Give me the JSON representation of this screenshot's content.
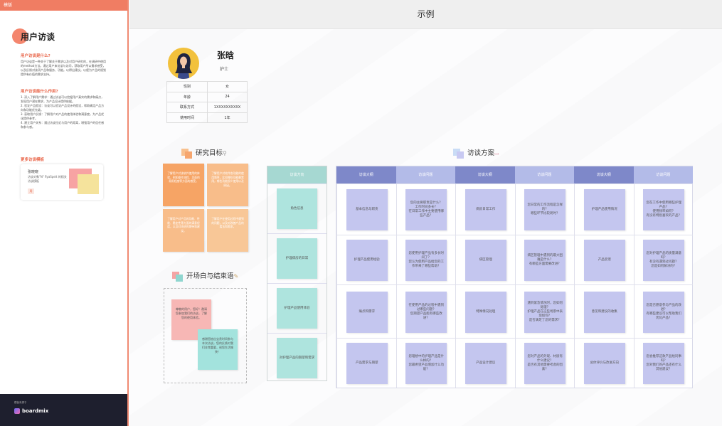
{
  "left": {
    "tag": "模版",
    "title": "用户访谈",
    "sec1_title": "用户访谈是什么?",
    "sec1_text": "用户访谈是一种关于了解关于需求以及对用户研究的，在调研中使用的method方法。通过用户来访谈与访问，获取用户所以需求感受，以及反馈对该项产品和服务、功能。以得出建议。以便为产品的规划提供有价值的需求支持。",
    "sec2_title": "用户访谈能什么作用?",
    "sec2_text": "1. 深入了解用户需求：通过访谈可以挖掘用户真实的需求和痛点，发现用户潜在需求，为产品设计提供依据。\n2. 验证产品假设：访谈可以验证产品设计的假设，帮助确定产品方向和功能优先级。\n3. 获取用户反馈：了解用户对产品的使用体验和满意度，为产品优化提供参考。\n4. 建立用户关系：通过访谈拉近与用户的距离，增强用户的信任感和参与感。",
    "sec3_title": "更多访谈模板",
    "guest_name": "张晓晓",
    "guest_desc": "访谈对象\"N\"  flyaSpeit 的相关访谈模板",
    "guest_btn": "用",
    "foot_small": "模板来源于",
    "foot_logo": "boardmix"
  },
  "header": {
    "title": "示例"
  },
  "profile": {
    "name": "张晗",
    "role": "护士",
    "rows": [
      {
        "k": "性别",
        "v": "女"
      },
      {
        "k": "年龄",
        "v": "24"
      },
      {
        "k": "联系方式",
        "v": "1XXXXXXXXXX"
      },
      {
        "k": "使用时间",
        "v": "1年"
      }
    ]
  },
  "goals": {
    "title": "研究目标",
    "items": [
      "了解用户对该软件使用的体验，例如操作流程、页面的易用程度等方面的感受。",
      "了解用户对软件各功能的使用频率，比如哪些功能最常用，哪些功能很少使用以及原因。",
      "了解用户对产品的功能、性能、稳定性等方面的满意程度，以及对改进的期待和建议。",
      "了解用户在使用过程中遇到的问题，以及对改善产品的看法和需求。"
    ]
  },
  "opening": {
    "title": "开场白与结束语",
    "open": "尊敬的用户，您好！邀请您参加我们的访谈，了解您的使用体验。",
    "close": "感谢您抽出宝贵时间参与本次访谈，您的反馈对我们非常重要，祝您生活愉快！"
  },
  "plan": {
    "title": "访谈方案",
    "dir_header": "访谈方向",
    "directions": [
      "角色信息",
      "护理病房的日常",
      "护理产品使用体验",
      "对护理产品的期望和需求"
    ],
    "headers": [
      "访谈大纲",
      "访谈问题",
      "访谈大纲",
      "访谈问题",
      "访谈大纲",
      "访谈问题"
    ],
    "rows": [
      [
        "基本信息与职责",
        "您的主要职责是什么？\n工作时间多长？\n在日常工作中主要使用哪些产品？",
        "病房日常工作",
        "您日常的工作流程是怎样的？\n哪些环节比较耗时？",
        "护理产品使用情况",
        "您在工作中使用哪些护理产品？\n使用频率如何？\n有没有特别喜欢的产品？"
      ],
      [
        "护理产品使用经验",
        "您使用护理产品有多长时间了？\n您认为使用产品给您的工作带来了哪些帮助？",
        "病区管理",
        "病区管理中遇到的最大困难是什么？\n有哪些方面需要改进？",
        "产品反馈",
        "您对护理产品的质量满意吗？\n有没有遇到过问题？\n您是如何解决的？"
      ],
      [
        "痛点和需求",
        "在使用产品的过程中遇到过哪些问题？\n您期望产品能有哪些改进？",
        "特殊情况处理",
        "遇到紧急情况时，您如何处理？\n护理产品在这些场景中表现如何？\n是否满足了您的需求？",
        "意见和建议的收集",
        "您是否愿意参与产品的改进？\n有哪些建议可以帮助我们优化产品？"
      ],
      [
        "产品需求与期望",
        "您理想中的护理产品是什么样的？\n您最希望产品增加什么功能？",
        "产品设计建议",
        "您对产品的外观、材质有什么建议？\n是否有其他需要考虑的因素？",
        "总体评价与改进方向",
        "您会推荐这款产品给同事吗？\n您对我们的产品还有什么其他建议？"
      ]
    ]
  }
}
